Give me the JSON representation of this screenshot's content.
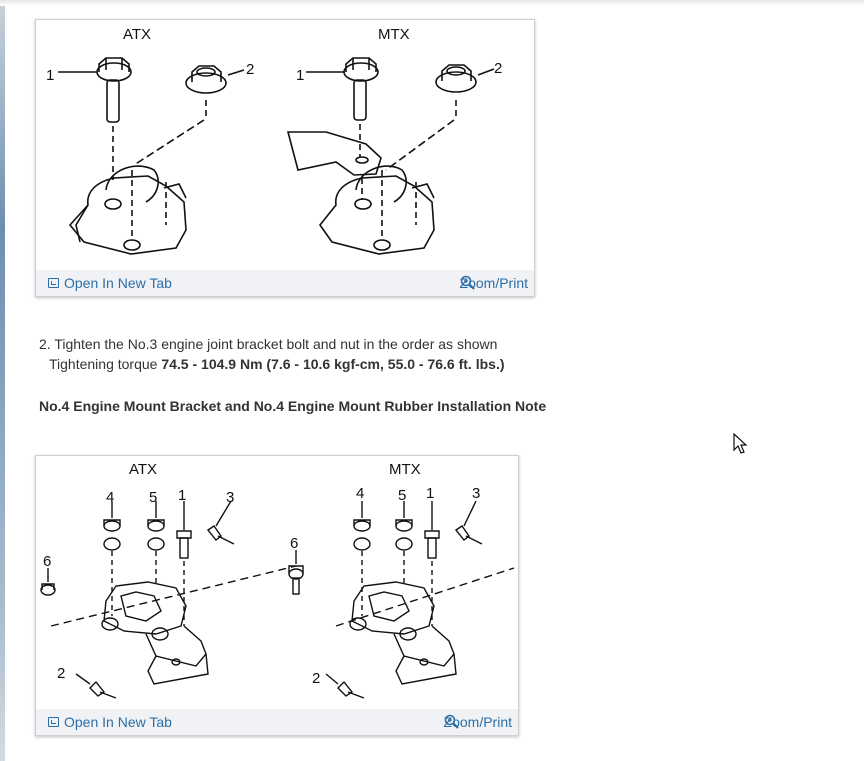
{
  "step": {
    "text": "2. Tighten the No.3 engine joint bracket bolt and nut in the order as shown",
    "torque_label": "Tightening torque",
    "torque_value": "74.5 - 104.9 Nm (7.6 - 10.6 kgf-cm, 55.0 - 76.6 ft. lbs.)"
  },
  "section_heading": "No.4 Engine Mount Bracket and No.4 Engine Mount Rubber Installation Note",
  "figure1": {
    "labels": {
      "atx": "ATX",
      "mtx": "MTX"
    },
    "callouts": [
      "1",
      "2",
      "1",
      "2"
    ],
    "open_new_tab": "Open In New Tab",
    "zoom_print": "Zoom/Print"
  },
  "figure2": {
    "labels": {
      "atx": "ATX",
      "mtx": "MTX"
    },
    "callouts": [
      "4",
      "5",
      "1",
      "3",
      "6",
      "2",
      "6",
      "4",
      "5",
      "1",
      "3",
      "2"
    ],
    "open_new_tab": "Open In New Tab",
    "zoom_print": "Zoom/Print"
  },
  "icons": [
    "open-new-tab-icon",
    "zoom-icon",
    "mouse-cursor-icon"
  ],
  "colors": {
    "link": "#2c6ea6",
    "bar": "#f1f2f6",
    "text": "#333333"
  }
}
